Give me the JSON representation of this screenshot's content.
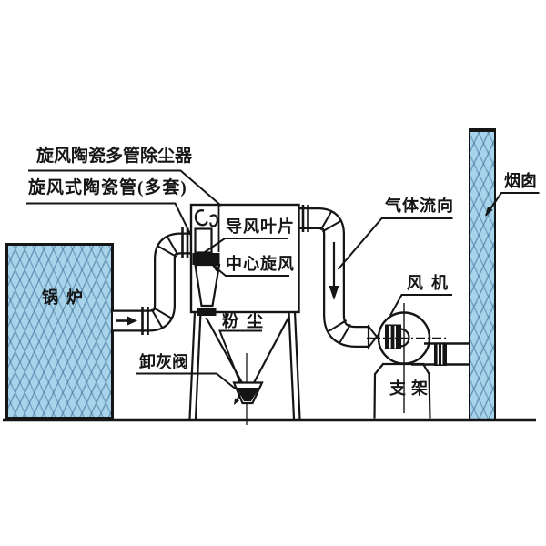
{
  "diagram": {
    "type": "dust-collector-system-schematic",
    "labels": {
      "collector": "旋风陶瓷多管除尘器",
      "ceramic_tubes": "旋风式陶瓷管(多套)",
      "guide_vanes": "导风叶片",
      "center_cyclone": "中心旋风",
      "dust": "粉尘",
      "ash_valve": "卸灰阀",
      "boiler": "锅炉",
      "gas_flow": "气体流向",
      "fan": "风机",
      "support": "支架",
      "chimney": "烟囱"
    },
    "colors": {
      "line": "#151515",
      "masonry_fill": "#a7d4eb",
      "masonry_hatch": "#5c8fb5",
      "background": "#ffffff"
    }
  }
}
